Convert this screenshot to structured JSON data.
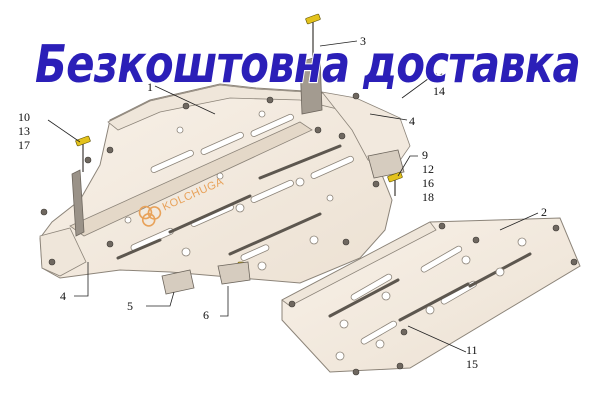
{
  "banner": {
    "text": "Безкоштовна  доставка"
  },
  "logo": {
    "text": "KOLCHUGA"
  },
  "callouts": {
    "c1": [
      "1"
    ],
    "c2": [
      "2"
    ],
    "c3": [
      "3"
    ],
    "c4a": [
      "4"
    ],
    "c4b": [
      "4"
    ],
    "c5": [
      "5"
    ],
    "c6": [
      "6"
    ],
    "c9": [
      "9",
      "12",
      "16",
      "18"
    ],
    "c10": [
      "10",
      "13",
      "17"
    ],
    "c11a": [
      "11",
      "14"
    ],
    "c11b": [
      "11",
      "15"
    ]
  },
  "colors": {
    "banner": "#2b1fb8",
    "plate": "#f4ece1",
    "plate_edge": "#8c8479",
    "logo": "#e8a25a"
  }
}
